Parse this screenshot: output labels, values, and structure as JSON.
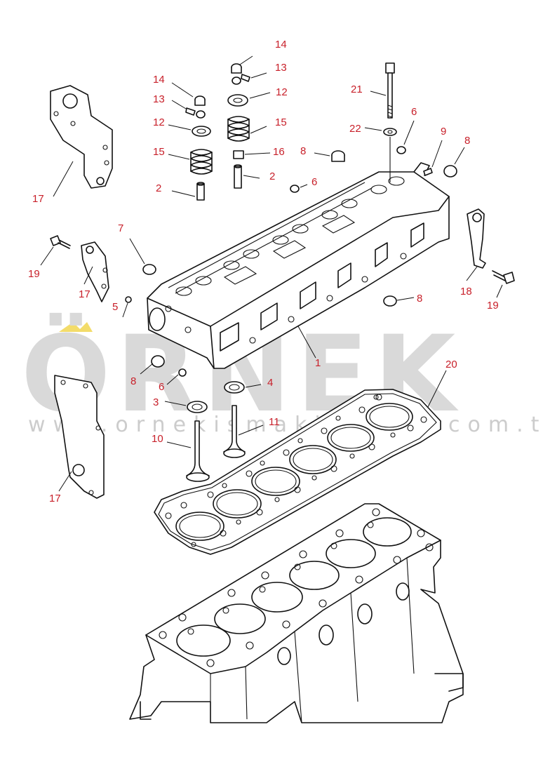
{
  "watermark": {
    "brand": "ÖRNEK",
    "url": "www.ornekismakinalari.com.tr",
    "color": "#d9d9d9",
    "accent": "#f3dc6a"
  },
  "callout_color": "#c8202a",
  "callouts": {
    "c1": "1",
    "c2a": "2",
    "c2b": "2",
    "c3": "3",
    "c4": "4",
    "c5": "5",
    "c6a": "6",
    "c6b": "6",
    "c6c": "6",
    "c7": "7",
    "c8a": "8",
    "c8b": "8",
    "c8c": "8",
    "c8d": "8",
    "c9": "9",
    "c10": "10",
    "c11": "11",
    "c12a": "12",
    "c12b": "12",
    "c13a": "13",
    "c13b": "13",
    "c14a": "14",
    "c14b": "14",
    "c15a": "15",
    "c15b": "15",
    "c16": "16",
    "c17a": "17",
    "c17b": "17",
    "c17c": "17",
    "c18": "18",
    "c19a": "19",
    "c19b": "19",
    "c20": "20",
    "c21": "21",
    "c22": "22"
  }
}
